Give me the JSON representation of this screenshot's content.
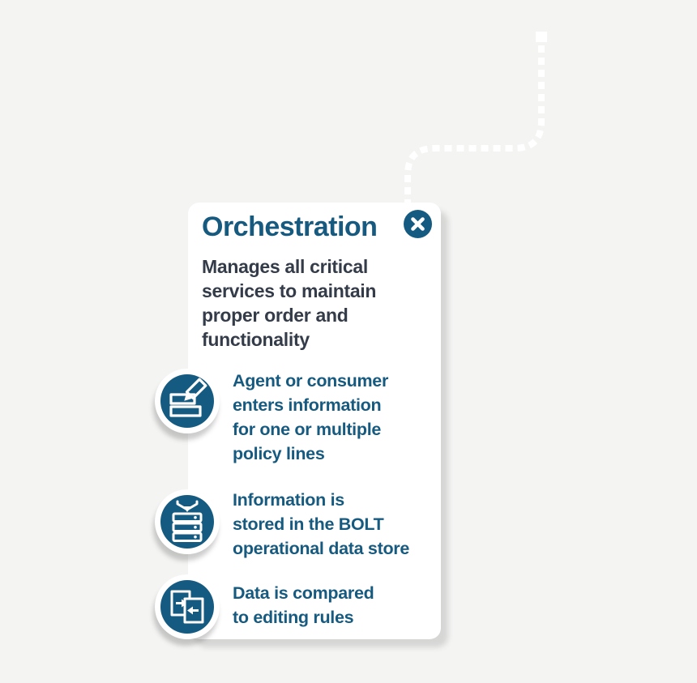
{
  "canvas": {
    "background_color": "#f4f4f3"
  },
  "connector": {
    "color": "#ffffff",
    "style": "dashed",
    "description": "dashed leader line from top-right curving down to the card"
  },
  "card": {
    "title": "Orchestration",
    "title_color": "#175a80",
    "background_color": "#ffffff",
    "close_button": {
      "icon": "x-close",
      "color": "#155a80"
    },
    "description_lines": [
      "Manages all critical",
      "services to maintain",
      "proper order and",
      "functionality"
    ],
    "description_color": "#343c49",
    "items": [
      {
        "icon": "pen-writing-on-form",
        "icon_color": "#155a80",
        "lines": [
          "Agent or consumer",
          "enters information",
          "for one or multiple",
          "policy lines"
        ]
      },
      {
        "icon": "data-store-stack",
        "icon_color": "#155a80",
        "lines": [
          "Information is",
          "stored in the BOLT",
          "operational data store"
        ]
      },
      {
        "icon": "compare-documents",
        "icon_color": "#155a80",
        "lines": [
          "Data is compared",
          "to editing rules"
        ]
      }
    ],
    "item_text_color": "#175a80"
  }
}
